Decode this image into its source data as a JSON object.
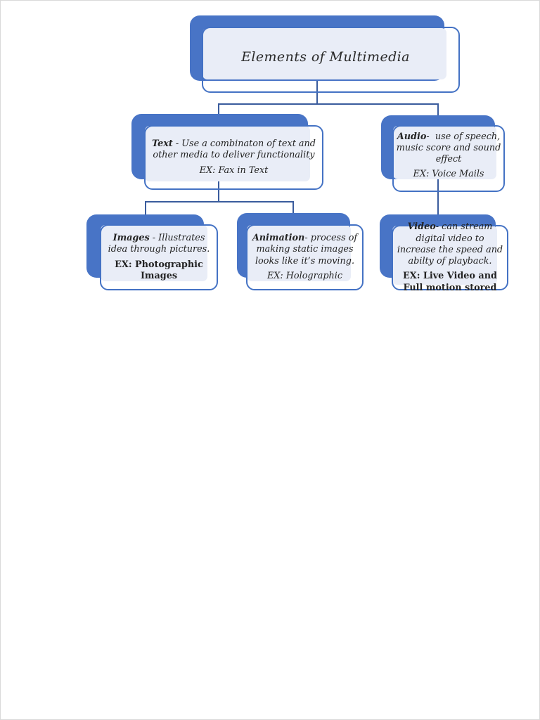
{
  "diagram": {
    "root": {
      "title": "Elements of Multimedia"
    },
    "nodes": {
      "text": {
        "term": "Text",
        "desc": " - Use a combinaton of text and other media to deliver functionality",
        "example": "EX: Fax in Text"
      },
      "audio": {
        "term": "Audio",
        "desc": "-  use of speech, music score and sound effect",
        "example": "EX: Voice Mails"
      },
      "images": {
        "term": "Images",
        "desc": " - Illustrates idea through pictures.",
        "example": "EX: Photographic Images"
      },
      "animation": {
        "term": "Animation",
        "desc": "- process of making static images looks like it’s moving.",
        "example": "EX: Holographic"
      },
      "video": {
        "term": "Video",
        "desc": "- can stream digital video to increase the speed and abilty of playback.",
        "example": "EX: Live Video and Full motion stored"
      }
    },
    "colors": {
      "shape_blue": "#4874c6",
      "shape_border": "#4472c4",
      "shape_fill": "#e9edf7",
      "connector": "#3a5c9d",
      "text": "#232323"
    }
  }
}
